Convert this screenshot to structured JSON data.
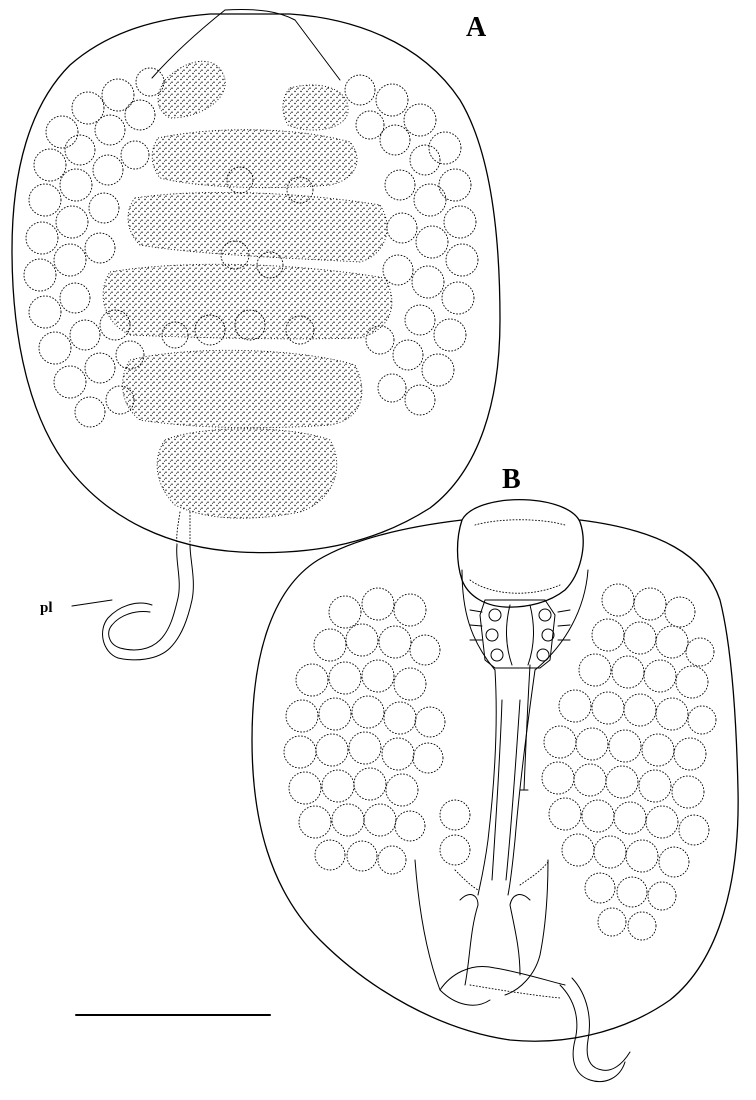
{
  "figure": {
    "panel_a_label": "A",
    "panel_b_label": "B",
    "pl_label": "pl"
  }
}
